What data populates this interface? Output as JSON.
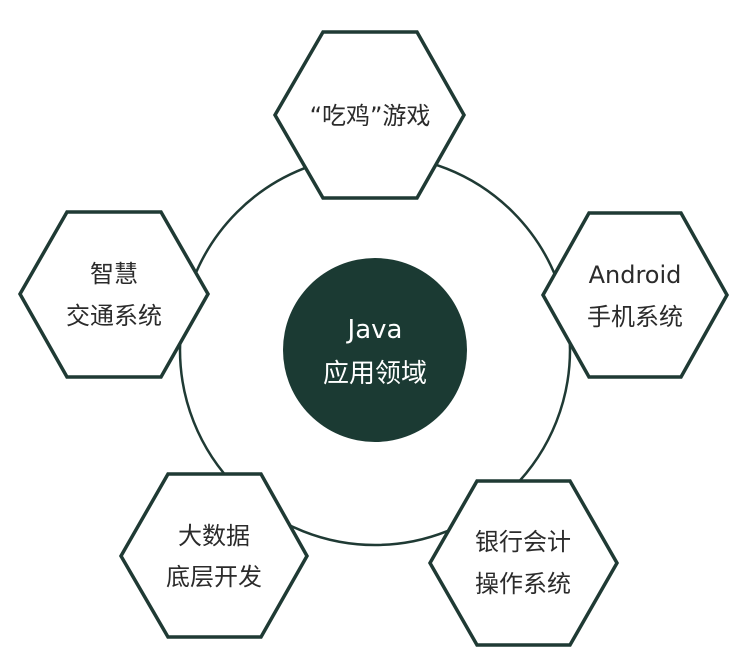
{
  "diagram": {
    "center": {
      "lines": [
        "Java",
        "应用领域"
      ]
    },
    "nodes": [
      {
        "id": "game",
        "lines": [
          "“吃鸡”游戏"
        ]
      },
      {
        "id": "android",
        "lines": [
          "Android",
          "手机系统"
        ]
      },
      {
        "id": "bank",
        "lines": [
          "银行会计",
          "操作系统"
        ]
      },
      {
        "id": "bigdata",
        "lines": [
          "大数据",
          "底层开发"
        ]
      },
      {
        "id": "traffic",
        "lines": [
          "智慧",
          "交通系统"
        ]
      }
    ],
    "colors": {
      "dark_green": "#1b3a33",
      "stroke": "#1f3a34",
      "text": "#2b2b2b",
      "background": "#ffffff"
    }
  }
}
